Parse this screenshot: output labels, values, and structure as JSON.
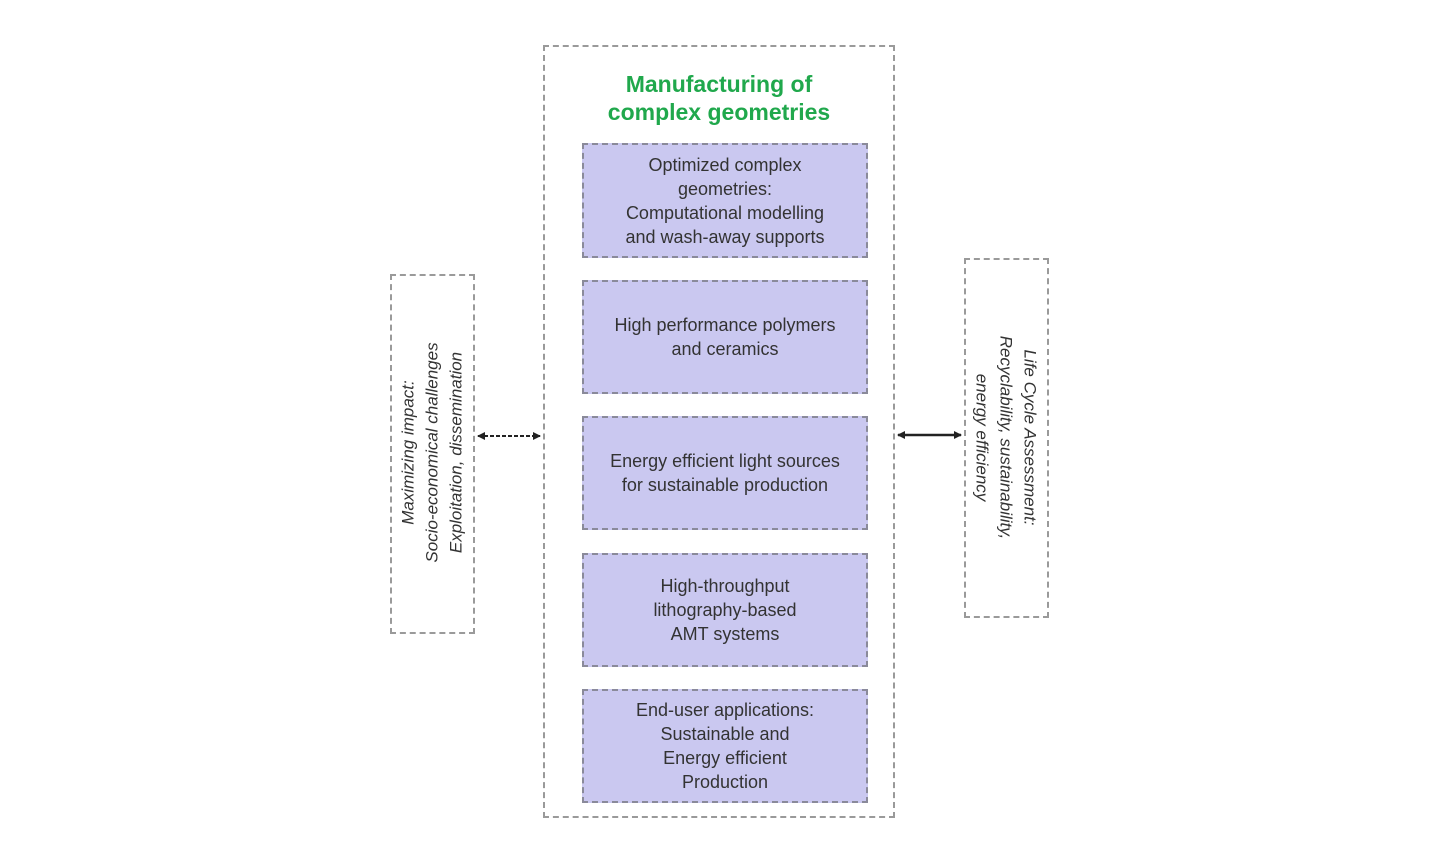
{
  "center": {
    "title": [
      "Manufacturing of",
      "complex geometries"
    ]
  },
  "modules": [
    {
      "lines": [
        "Optimized complex",
        "geometries:",
        "Computational modelling",
        "and wash-away supports"
      ]
    },
    {
      "lines": [
        "High performance polymers",
        "and ceramics"
      ]
    },
    {
      "lines": [
        "Energy efficient light sources",
        "for sustainable production"
      ]
    },
    {
      "lines": [
        "High-throughput",
        "lithography-based",
        "AMT systems"
      ]
    },
    {
      "lines": [
        "End-user applications:",
        "Sustainable and",
        "Energy efficient",
        "Production"
      ]
    }
  ],
  "left_panel": {
    "lines": [
      "Maximizing impact:",
      "Socio-economical challenges",
      "Exploitation, dissemination"
    ]
  },
  "right_panel": {
    "lines": [
      "Life Cycle Assessment:",
      "Recyclability, sustainability,",
      "energy efficiency"
    ]
  },
  "colors": {
    "title_green": "#20a84c",
    "module_fill": "#cac8f0"
  }
}
